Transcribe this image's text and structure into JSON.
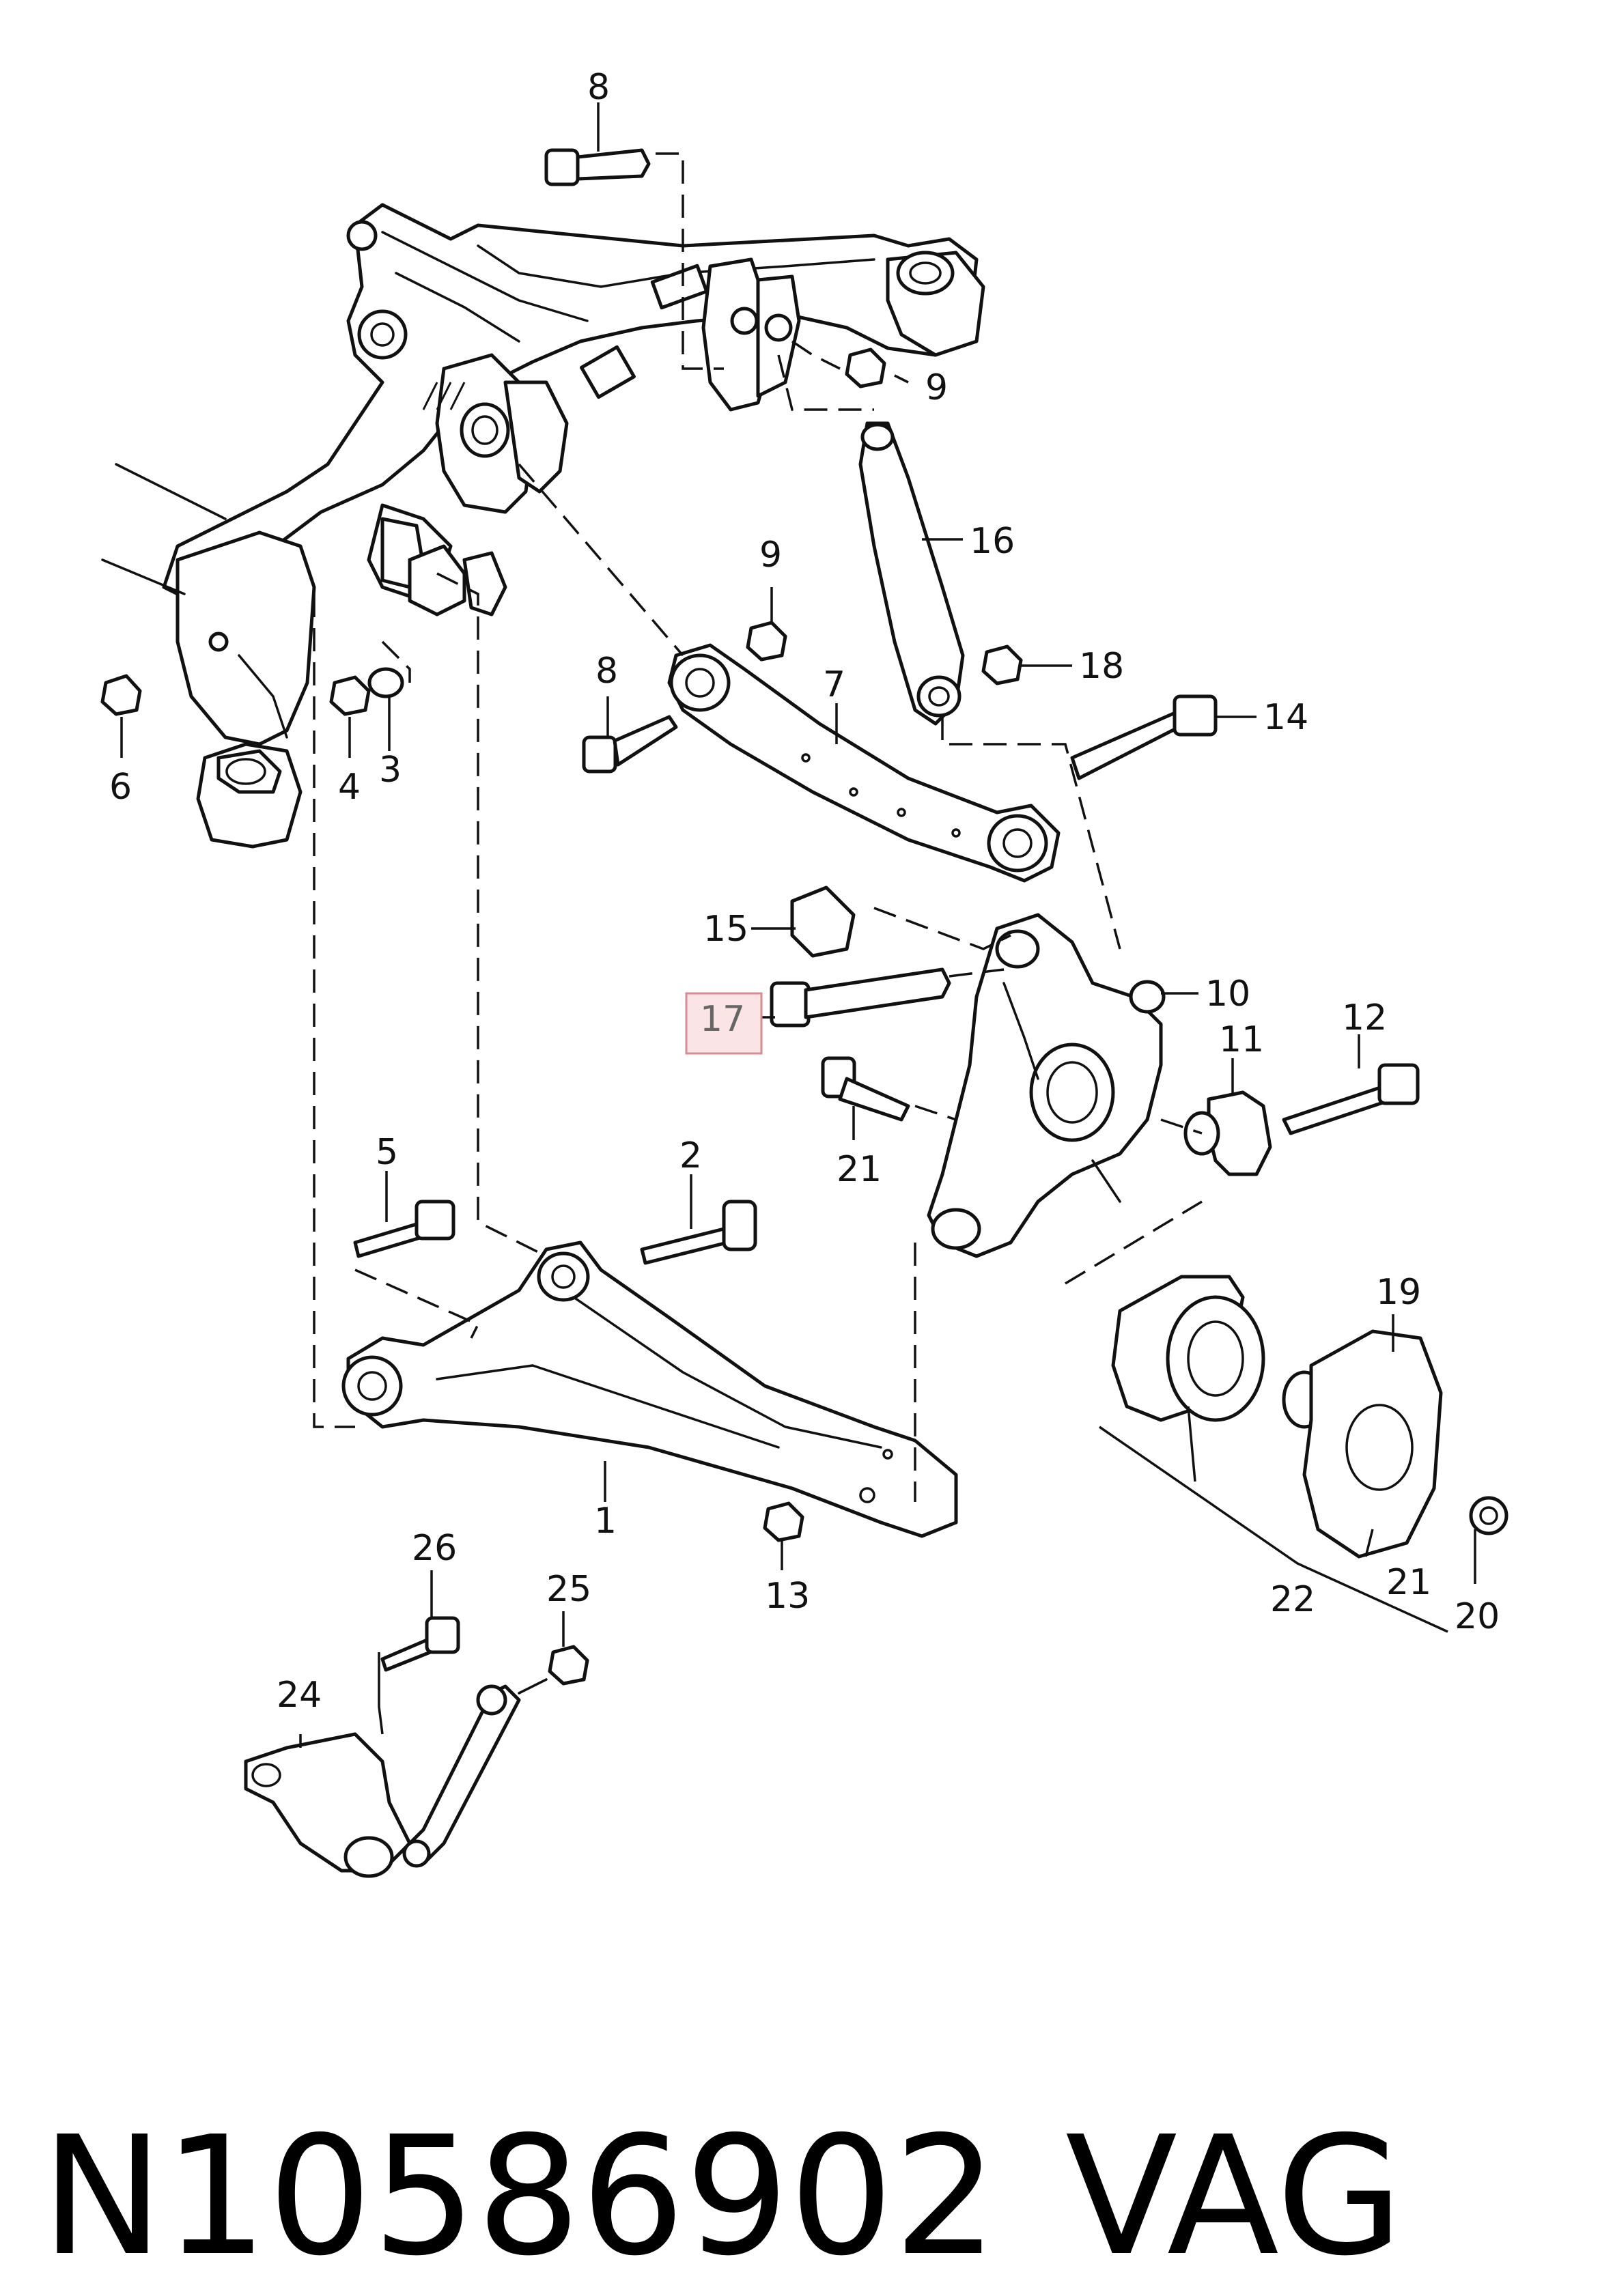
{
  "labels": [
    {
      "id": "8a",
      "text": "8"
    },
    {
      "id": "9a",
      "text": "9"
    },
    {
      "id": "16",
      "text": "16"
    },
    {
      "id": "9b",
      "text": "9"
    },
    {
      "id": "8b",
      "text": "8"
    },
    {
      "id": "7",
      "text": "7"
    },
    {
      "id": "18",
      "text": "18"
    },
    {
      "id": "14",
      "text": "14"
    },
    {
      "id": "6",
      "text": "6"
    },
    {
      "id": "4",
      "text": "4"
    },
    {
      "id": "3",
      "text": "3"
    },
    {
      "id": "15",
      "text": "15"
    },
    {
      "id": "17",
      "text": "17"
    },
    {
      "id": "10",
      "text": "10"
    },
    {
      "id": "11",
      "text": "11"
    },
    {
      "id": "12",
      "text": "12"
    },
    {
      "id": "21a",
      "text": "21"
    },
    {
      "id": "5",
      "text": "5"
    },
    {
      "id": "2",
      "text": "2"
    },
    {
      "id": "19",
      "text": "19"
    },
    {
      "id": "1",
      "text": "1"
    },
    {
      "id": "13",
      "text": "13"
    },
    {
      "id": "26",
      "text": "26"
    },
    {
      "id": "25",
      "text": "25"
    },
    {
      "id": "24",
      "text": "24"
    },
    {
      "id": "22",
      "text": "22"
    },
    {
      "id": "21b",
      "text": "21"
    },
    {
      "id": "20",
      "text": "20"
    }
  ],
  "highlighted_part": "17",
  "footer": {
    "part_number": "N10586902",
    "brand": "VAG"
  },
  "colors": {
    "line": "#111111",
    "highlight_fill": "#fbe4e6",
    "highlight_border": "#d98b94"
  }
}
